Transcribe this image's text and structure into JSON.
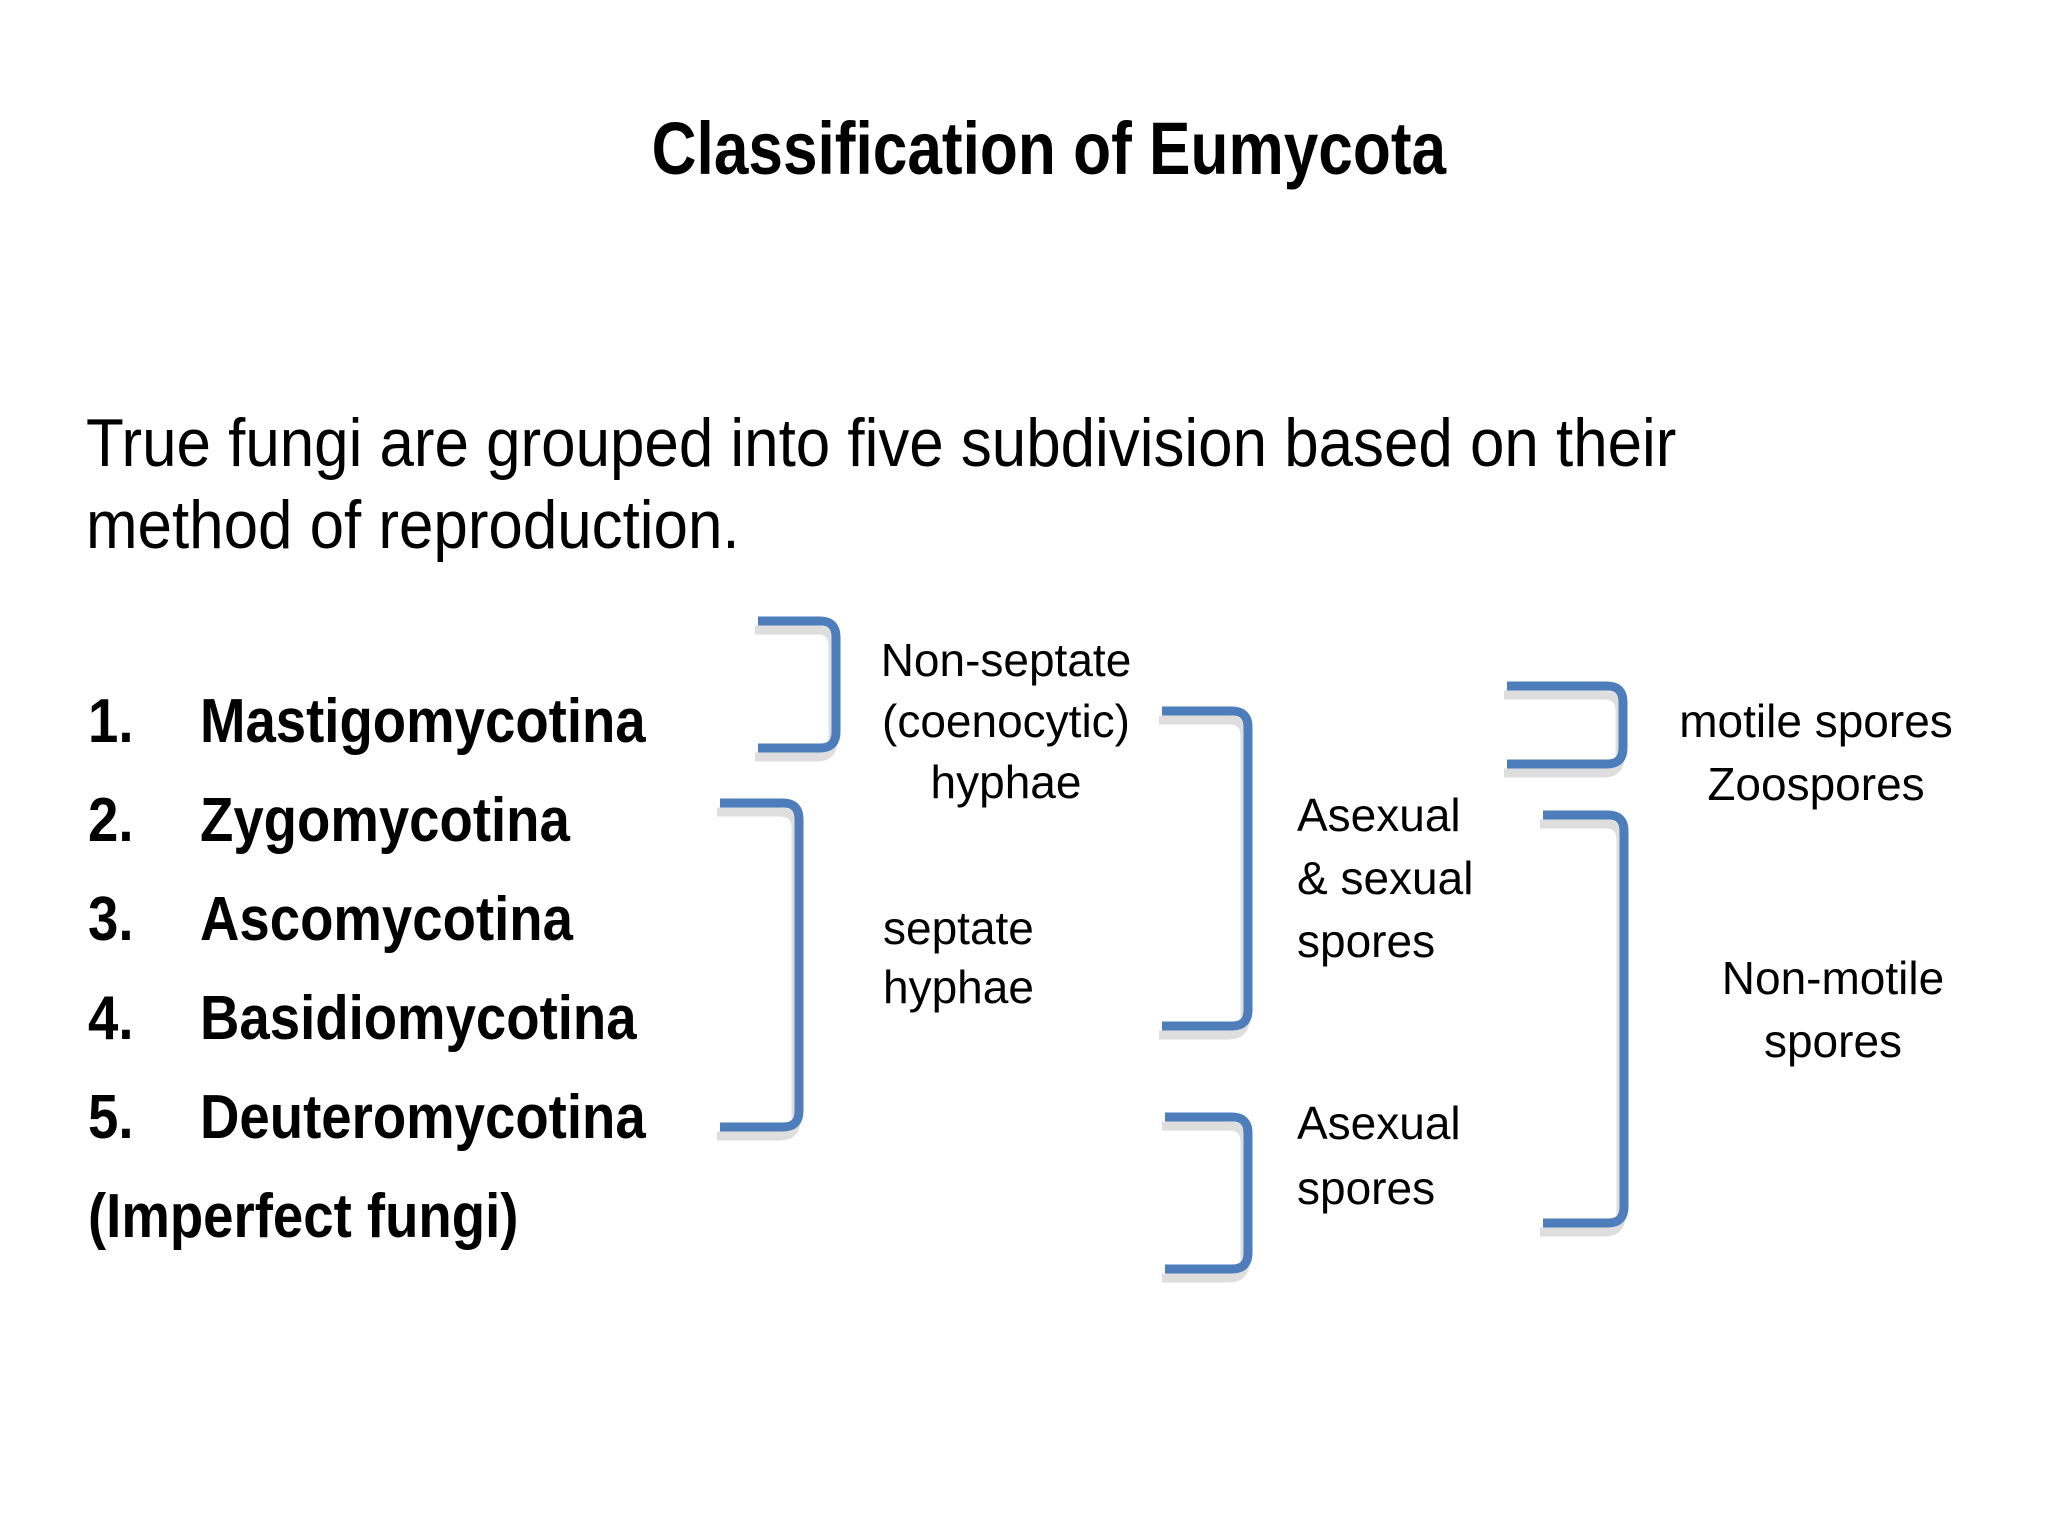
{
  "title": "Classification of Eumycota",
  "intro": {
    "lines": [
      "True fungi are grouped into five subdivision based on their",
      "method of reproduction."
    ]
  },
  "list": {
    "items": [
      {
        "num": "1.",
        "name": "Mastigomycotina"
      },
      {
        "num": "2.",
        "name": "Zygomycotina"
      },
      {
        "num": "3.",
        "name": "Ascomycotina"
      },
      {
        "num": "4.",
        "name": "Basidiomycotina"
      },
      {
        "num": "5.",
        "name": "Deuteromycotina"
      }
    ],
    "note": "(Imperfect fungi)"
  },
  "labels": {
    "nonseptate": {
      "lines": [
        "Non-septate",
        "(coenocytic)",
        "hyphae"
      ]
    },
    "septate": {
      "lines": [
        "septate",
        "hyphae"
      ]
    },
    "asexual_sexual": {
      "lines": [
        "Asexual",
        "& sexual",
        "spores"
      ]
    },
    "asexual": {
      "lines": [
        "Asexual",
        "spores"
      ]
    },
    "motile": {
      "lines": [
        "motile spores",
        "Zoospores"
      ]
    },
    "nonmotile": {
      "lines": [
        "Non-motile",
        "spores"
      ]
    }
  },
  "colors": {
    "background": "#ffffff",
    "text": "#000000",
    "bracket": "#4d7dbb",
    "bracket_shadow": "#d6d6d6"
  }
}
